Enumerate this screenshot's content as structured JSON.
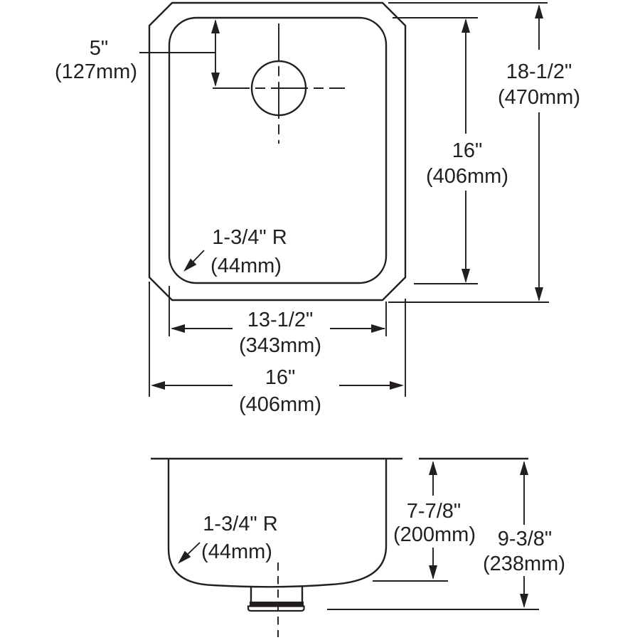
{
  "colors": {
    "line": "#231f20",
    "background": "#ffffff"
  },
  "top_view": {
    "faucet_offset": {
      "in": "5\"",
      "mm": "(127mm)"
    },
    "overall_length": {
      "in": "18-1/2\"",
      "mm": "(470mm)"
    },
    "bowl_length": {
      "in": "16\"",
      "mm": "(406mm)"
    },
    "corner_radius": {
      "in": "1-3/4\" R",
      "mm": "(44mm)"
    },
    "bowl_width": {
      "in": "13-1/2\"",
      "mm": "(343mm)"
    },
    "overall_width": {
      "in": "16\"",
      "mm": "(406mm)"
    }
  },
  "section_view": {
    "corner_radius": {
      "in": "1-3/4\" R",
      "mm": "(44mm)"
    },
    "bowl_depth": {
      "in": "7-7/8\"",
      "mm": "(200mm)"
    },
    "overall_depth": {
      "in": "9-3/8\"",
      "mm": "(238mm)"
    }
  }
}
